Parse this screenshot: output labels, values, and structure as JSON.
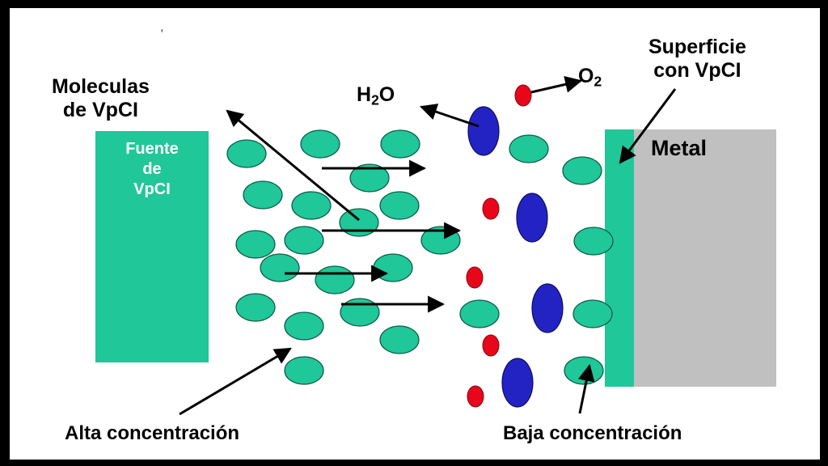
{
  "labels": {
    "moleculas": "Moleculas\nde VpCI",
    "fuente": "Fuente\nde\nVpCI",
    "h2o_main": "H",
    "h2o_sub": "2",
    "h2o_tail": "O",
    "o2_main": "O",
    "o2_sub": "2",
    "superficie": "Superficie\ncon VpCI",
    "metal": "Metal",
    "alta": "Alta concentración",
    "baja": "Baja concentración"
  },
  "colors": {
    "background": "#000000",
    "frame": "#ffffff",
    "vpci": "#1fc799",
    "vpci_stroke": "#0a5a45",
    "water": "#2323c4",
    "oxygen": "#e8071a",
    "metal": "#c0c0c0",
    "arrow": "#000000"
  }
}
